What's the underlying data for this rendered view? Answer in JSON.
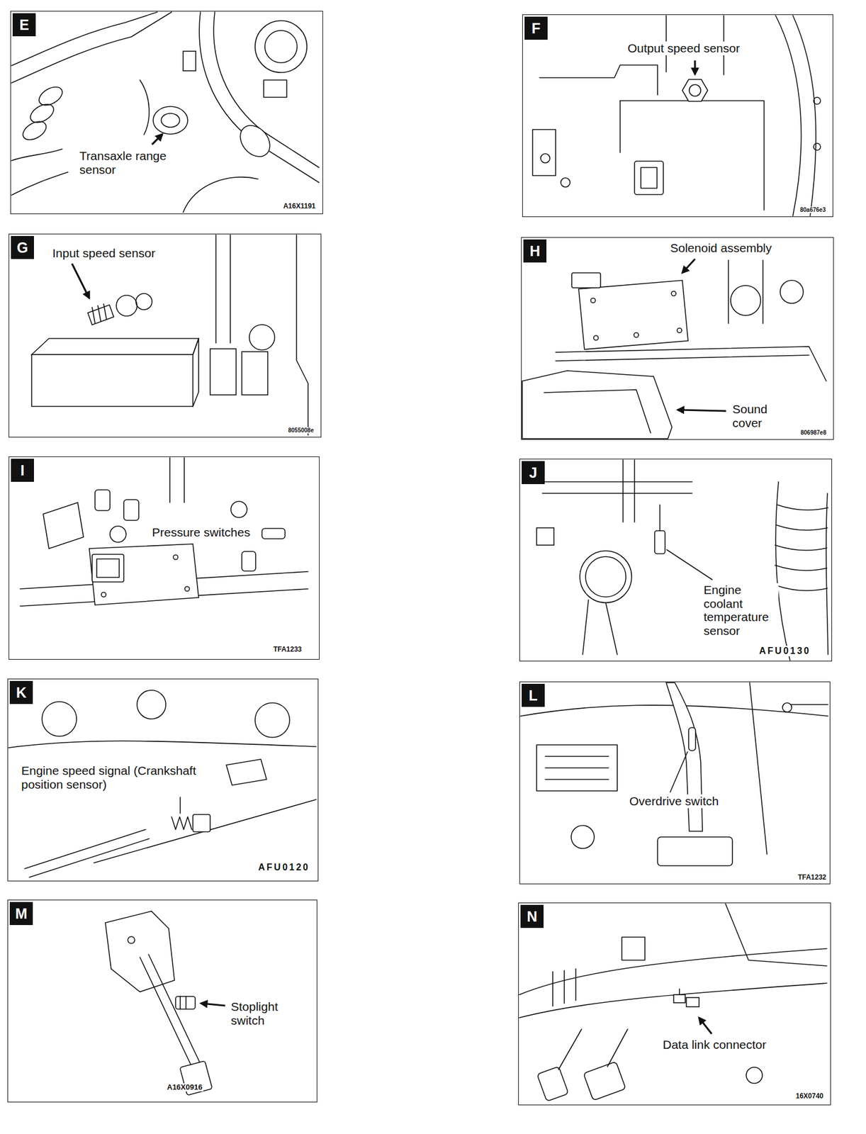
{
  "diagram": {
    "nodes": [
      {
        "text": [
          "Transaxle range sensor",
          "A16X1191"
        ]
      },
      {
        "text": [
          "E"
        ],
        "in": 0
      },
      {
        "text": [
          "Output speed sensor",
          "80a676e3"
        ]
      },
      {
        "text": [
          "F"
        ],
        "in": 2
      },
      {
        "text": [
          "Input speed sensor",
          "8055008e"
        ]
      },
      {
        "text": [
          "G"
        ],
        "in": 4
      },
      {
        "text": [
          "Solenoid assembly",
          "Sound cover",
          "806987e8"
        ]
      },
      {
        "text": [
          "H"
        ],
        "in": 6
      },
      {
        "text": [
          "Pressure switches",
          "TFA1233"
        ]
      },
      {
        "text": [
          "I"
        ],
        "in": 8
      },
      {
        "text": [
          "Engine coolant temperature sensor",
          "AFU0130"
        ]
      },
      {
        "text": [
          "J"
        ],
        "in": 10
      },
      {
        "text": [
          "Engine speed signal (Crankshaft position sensor)",
          "AFU0120"
        ]
      },
      {
        "text": [
          "K"
        ],
        "in": 12
      },
      {
        "text": [
          "Overdrive switch",
          "TFA1232"
        ]
      },
      {
        "text": [
          "L"
        ],
        "in": 14
      },
      {
        "text": [
          "Stoplight switch",
          "A16X0916"
        ]
      },
      {
        "text": [
          "M"
        ],
        "in": 16
      },
      {
        "text": [
          "Data link connector",
          "16X0740"
        ]
      },
      {
        "text": [
          "N"
        ],
        "in": 18
      }
    ]
  }
}
